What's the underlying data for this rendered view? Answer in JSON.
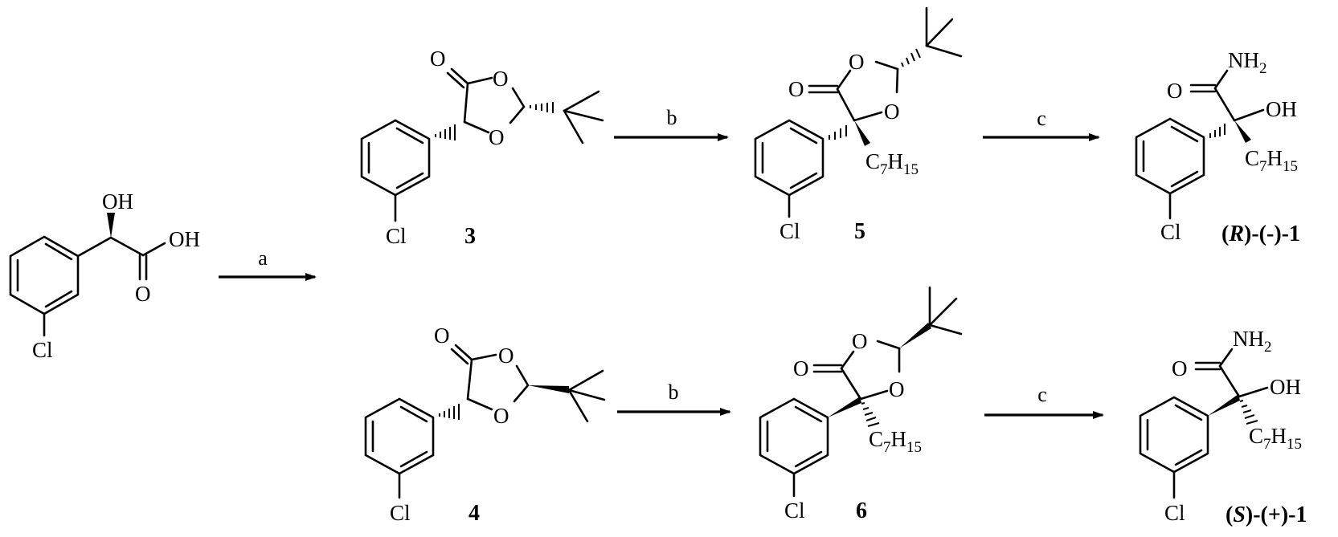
{
  "scheme": {
    "type": "chemical-reaction-scheme",
    "starting_material": {
      "name": "(S)-3-chloromandelic acid",
      "labels": {
        "oh_top": "OH",
        "oh_acid": "OH",
        "o_carbonyl": "O",
        "cl": "Cl"
      }
    },
    "arrows": {
      "a": {
        "label": "a"
      },
      "b_top": {
        "label": "b"
      },
      "c_top": {
        "label": "c"
      },
      "b_bottom": {
        "label": "b"
      },
      "c_bottom": {
        "label": "c"
      }
    },
    "compounds": {
      "c3": {
        "number": "3",
        "atoms": {
          "o_carbonyl": "O",
          "o_ring1": "O",
          "o_ring2": "O",
          "cl": "Cl"
        }
      },
      "c4": {
        "number": "4",
        "atoms": {
          "o_carbonyl": "O",
          "o_ring1": "O",
          "o_ring2": "O",
          "cl": "Cl"
        }
      },
      "c5": {
        "number": "5",
        "atoms": {
          "o_carbonyl": "O",
          "o_ring1": "O",
          "o_ring2": "O",
          "cl": "Cl",
          "alkyl": "C",
          "alkyl_sub1": "7",
          "alkyl_h": "H",
          "alkyl_sub2": "15"
        }
      },
      "c6": {
        "number": "6",
        "atoms": {
          "o_carbonyl": "O",
          "o_ring1": "O",
          "o_ring2": "O",
          "cl": "Cl",
          "alkyl": "C",
          "alkyl_sub1": "7",
          "alkyl_h": "H",
          "alkyl_sub2": "15"
        }
      },
      "r1": {
        "label_open": "(",
        "label_config": "R",
        "label_rest": ")-(-)-1",
        "atoms": {
          "nh": "NH",
          "nh_sub": "2",
          "o_carbonyl": "O",
          "oh": "OH",
          "cl": "Cl",
          "alkyl": "C",
          "alkyl_sub1": "7",
          "alkyl_h": "H",
          "alkyl_sub2": "15"
        }
      },
      "s1": {
        "label_open": "(",
        "label_config": "S",
        "label_rest": ")-(+)-1",
        "atoms": {
          "nh": "NH",
          "nh_sub": "2",
          "o_carbonyl": "O",
          "oh": "OH",
          "cl": "Cl",
          "alkyl": "C",
          "alkyl_sub1": "7",
          "alkyl_h": "H",
          "alkyl_sub2": "15"
        }
      }
    }
  }
}
